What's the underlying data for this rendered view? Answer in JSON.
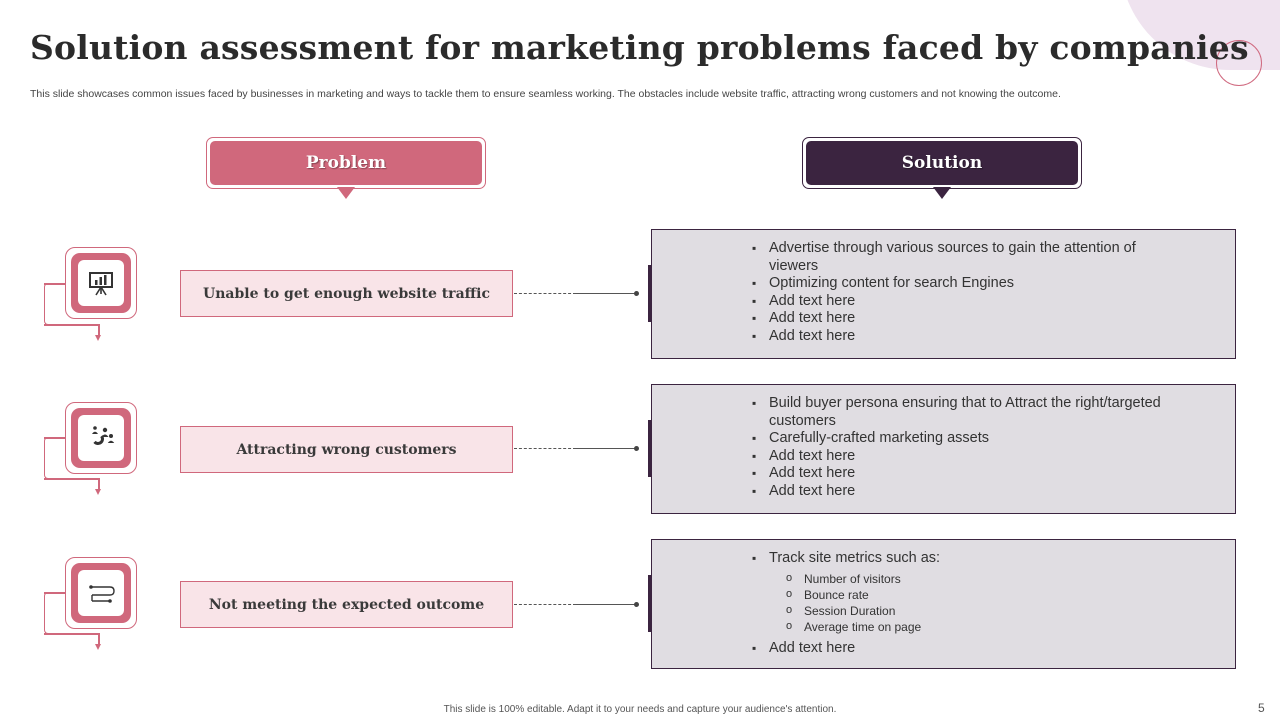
{
  "slide": {
    "title": "Solution assessment for marketing problems faced by companies",
    "subtitle": "This slide showcases common issues faced by businesses in marketing and ways to tackle them to ensure seamless working. The obstacles include website traffic, attracting wrong customers and not knowing the outcome.",
    "footer": "This slide is 100% editable.  Adapt it to your needs and capture your audience's attention.",
    "page_number": "5"
  },
  "headers": {
    "problem": "Problem",
    "solution": "Solution"
  },
  "colors": {
    "accent_pink": "#d0687c",
    "accent_dark": "#3b2440",
    "problem_fill": "#f9e4e8",
    "solution_fill": "#e0dde2"
  },
  "rows": [
    {
      "icon": "presentation-board-icon",
      "problem": "Unable to get enough website traffic",
      "solutions": [
        "Advertise through various sources to gain the attention of viewers",
        "Optimizing content for search Engines",
        "Add text here",
        "Add text here",
        "Add text here"
      ]
    },
    {
      "icon": "magnet-people-icon",
      "problem": "Attracting wrong customers",
      "solutions": [
        "Build buyer persona ensuring that to Attract the right/targeted customers",
        "Carefully-crafted marketing assets",
        "Add text here",
        "Add text here",
        "Add text here"
      ]
    },
    {
      "icon": "flow-path-icon",
      "problem": "Not meeting the expected outcome",
      "solutions": [
        "Track site metrics such as:",
        "Add text here"
      ],
      "metrics": [
        "Number  of visitors",
        "Bounce rate",
        "Session Duration",
        "Average  time on page"
      ]
    }
  ]
}
